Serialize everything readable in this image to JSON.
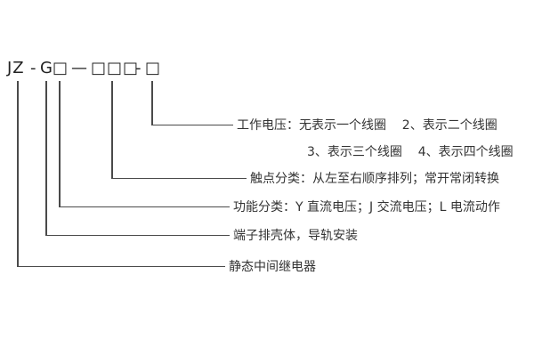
{
  "model_code": {
    "prefix": "JZ",
    "dash1": "-",
    "series": "G",
    "function_box": "□",
    "dash2": "—",
    "contact_boxes": "□□□",
    "dash3": "-",
    "voltage_box": "□"
  },
  "labels": {
    "working_voltage_line1": "工作电压：无表示一个线圈    2、表示二个线圈",
    "working_voltage_line2": "3、表示三个线圈    4、表示四个线圈",
    "contact_class": "触点分类：从左至右顺序排列；常开常闭转换",
    "function_class": "功能分类：Y 直流电压；J 交流电压；L 电流动作",
    "housing": "端子排壳体，导轨安装",
    "relay_type": "静态中间继电器"
  }
}
